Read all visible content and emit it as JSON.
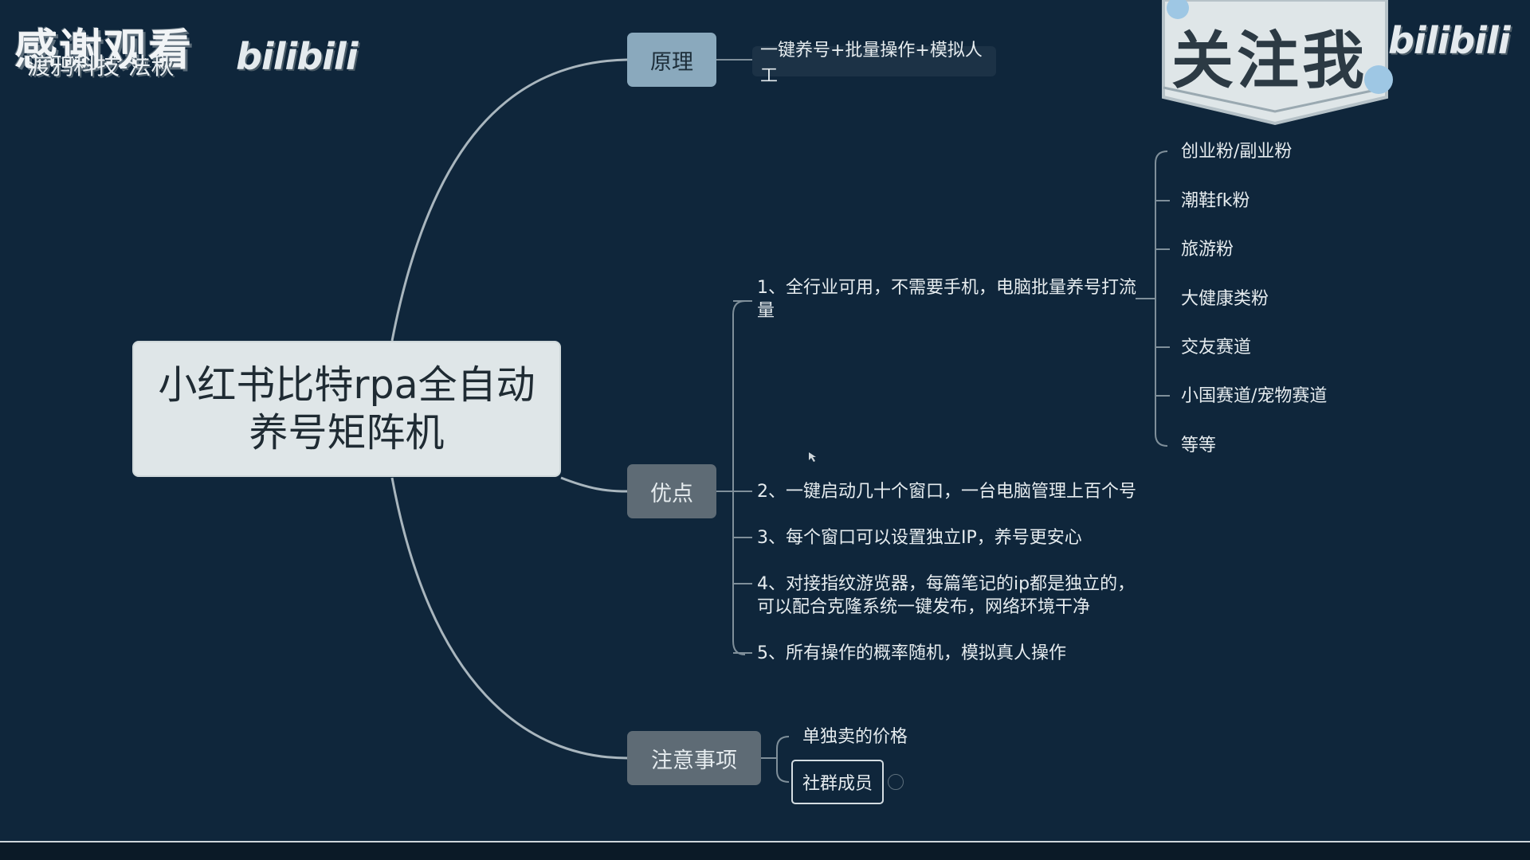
{
  "watermarks": {
    "thanks": "感谢观看",
    "credit": "渡鸦科技-法秋",
    "brand_left": "bilibili",
    "follow": "关注我",
    "brand_right": "bilibili"
  },
  "central": {
    "line1": "小红书比特rpa全自动",
    "line2": "养号矩阵机"
  },
  "principle": {
    "label": "原理",
    "detail": "一键养号+批量操作+模拟人工"
  },
  "advantages": {
    "label": "优点",
    "items": [
      "1、全行业可用，不需要手机，电脑批量养号打流量",
      "2、一键启动几十个窗口，一台电脑管理上百个号",
      "3、每个窗口可以设置独立IP，养号更安心",
      "4、对接指纹游览器，每篇笔记的ip都是独立的，可以配合克隆系统一键发布，网络环境干净",
      "5、所有操作的概率随机，模拟真人操作"
    ],
    "industries": [
      "创业粉/副业粉",
      "潮鞋fk粉",
      "旅游粉",
      "大健康类粉",
      "交友赛道",
      "小国赛道/宠物赛道",
      "等等"
    ]
  },
  "notes": {
    "label": "注意事项",
    "items": [
      "单独卖的价格",
      "社群成员"
    ]
  },
  "colors": {
    "background": "#0f263b",
    "central_fill": "#dfe6e8",
    "principle_fill": "#8aa9bd",
    "topic_fill": "#5e6b75",
    "link": "#a9b6be"
  }
}
